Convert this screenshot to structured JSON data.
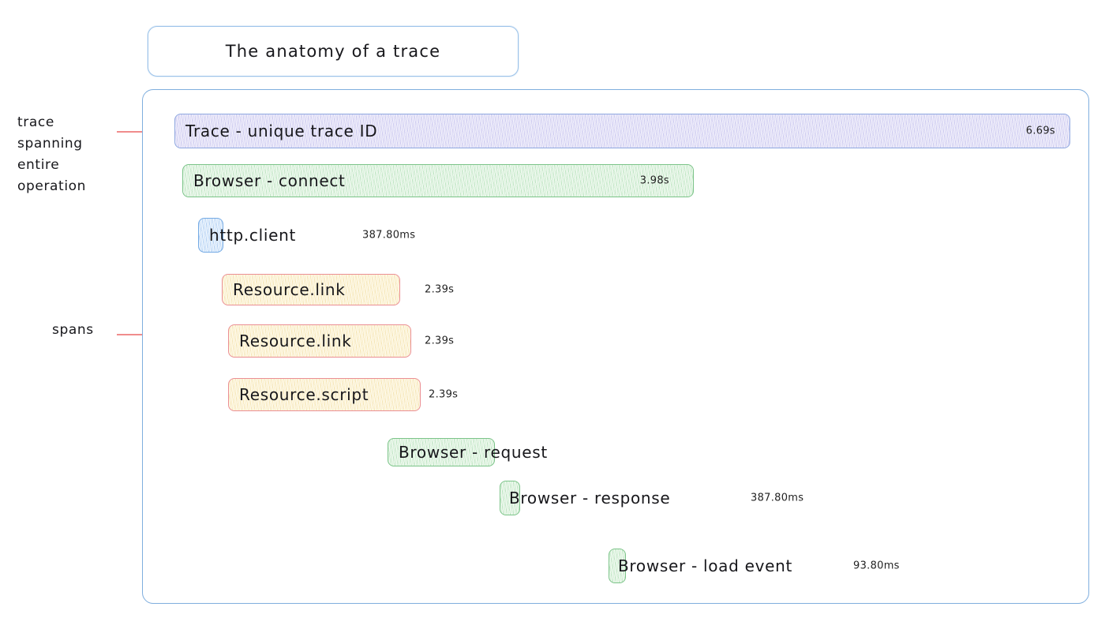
{
  "title": {
    "text": "The anatomy of a trace"
  },
  "annotations": [
    {
      "id": "trace-annotation",
      "text": "trace\nspanning\nentire\noperation"
    },
    {
      "id": "spans-annotation",
      "text": "spans"
    }
  ],
  "colors": {
    "container_border": "#7faede",
    "title_border": "#9cc3ea",
    "trace_fill": "#e2e0f7",
    "trace_border": "#8fa8e0",
    "browser_fill": "#dff3e0",
    "browser_border": "#7cc489",
    "http_fill": "#d9e9fb",
    "http_border": "#74aae4",
    "resource_fill": "#fcf3d6",
    "resource_border": "#eb8f94",
    "annotation_line": "#f08c8c"
  },
  "spans": [
    {
      "name": "trace-bar",
      "label": "Trace - unique trace ID",
      "duration": "6.69s",
      "kind": "trace",
      "duration_inside": true
    },
    {
      "name": "browser-connect-bar",
      "label": "Browser - connect",
      "duration": "3.98s",
      "kind": "browser",
      "duration_inside": true
    },
    {
      "name": "http-client-bar",
      "label": "http.client",
      "duration": "387.80ms",
      "kind": "http",
      "duration_inside": false
    },
    {
      "name": "resource-link-bar-1",
      "label": "Resource.link",
      "duration": "2.39s",
      "kind": "resource",
      "duration_inside": false
    },
    {
      "name": "resource-link-bar-2",
      "label": "Resource.link",
      "duration": "2.39s",
      "kind": "resource",
      "duration_inside": false
    },
    {
      "name": "resource-script-bar",
      "label": "Resource.script",
      "duration": "2.39s",
      "kind": "resource",
      "duration_inside": false
    },
    {
      "name": "browser-request-bar",
      "label": "Browser - request",
      "duration": "",
      "kind": "browser",
      "duration_inside": false
    },
    {
      "name": "browser-response-bar",
      "label": "Browser - response",
      "duration": "387.80ms",
      "kind": "browser",
      "duration_inside": false
    },
    {
      "name": "browser-load-event-bar",
      "label": "Browser - load event",
      "duration": "93.80ms",
      "kind": "browser",
      "duration_inside": false
    }
  ]
}
